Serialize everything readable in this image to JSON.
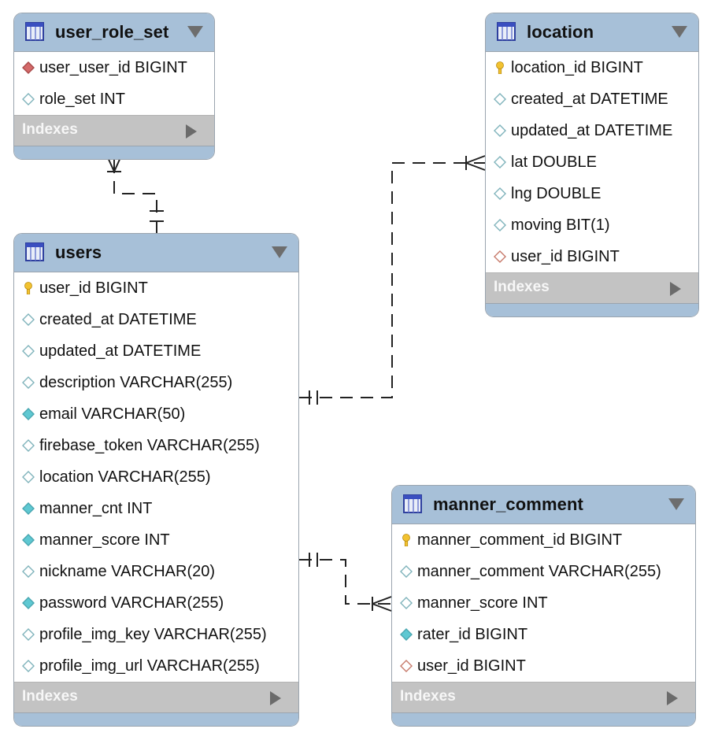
{
  "tables": {
    "user_role_set": {
      "title": "user_role_set",
      "columns": [
        {
          "text": "user_user_id BIGINT",
          "icon": "foreign-key-diamond-icon"
        },
        {
          "text": "role_set INT",
          "icon": "nullable-column-diamond-icon"
        }
      ],
      "indexes_label": "Indexes"
    },
    "location": {
      "title": "location",
      "columns": [
        {
          "text": "location_id BIGINT",
          "icon": "primary-key-icon"
        },
        {
          "text": "created_at DATETIME",
          "icon": "nullable-column-diamond-icon"
        },
        {
          "text": "updated_at DATETIME",
          "icon": "nullable-column-diamond-icon"
        },
        {
          "text": "lat DOUBLE",
          "icon": "nullable-column-diamond-icon"
        },
        {
          "text": "lng DOUBLE",
          "icon": "nullable-column-diamond-icon"
        },
        {
          "text": "moving BIT(1)",
          "icon": "nullable-column-diamond-icon"
        },
        {
          "text": "user_id BIGINT",
          "icon": "nullable-foreign-key-diamond-icon"
        }
      ],
      "indexes_label": "Indexes"
    },
    "users": {
      "title": "users",
      "columns": [
        {
          "text": "user_id BIGINT",
          "icon": "primary-key-icon"
        },
        {
          "text": "created_at DATETIME",
          "icon": "nullable-column-diamond-icon"
        },
        {
          "text": "updated_at DATETIME",
          "icon": "nullable-column-diamond-icon"
        },
        {
          "text": "description VARCHAR(255)",
          "icon": "nullable-column-diamond-icon"
        },
        {
          "text": "email VARCHAR(50)",
          "icon": "not-null-column-diamond-icon"
        },
        {
          "text": "firebase_token VARCHAR(255)",
          "icon": "nullable-column-diamond-icon"
        },
        {
          "text": "location VARCHAR(255)",
          "icon": "nullable-column-diamond-icon"
        },
        {
          "text": "manner_cnt INT",
          "icon": "not-null-column-diamond-icon"
        },
        {
          "text": "manner_score INT",
          "icon": "not-null-column-diamond-icon"
        },
        {
          "text": "nickname VARCHAR(20)",
          "icon": "nullable-column-diamond-icon"
        },
        {
          "text": "password VARCHAR(255)",
          "icon": "not-null-column-diamond-icon"
        },
        {
          "text": "profile_img_key VARCHAR(255)",
          "icon": "nullable-column-diamond-icon"
        },
        {
          "text": "profile_img_url VARCHAR(255)",
          "icon": "nullable-column-diamond-icon"
        }
      ],
      "indexes_label": "Indexes"
    },
    "manner_comment": {
      "title": "manner_comment",
      "columns": [
        {
          "text": "manner_comment_id BIGINT",
          "icon": "primary-key-icon"
        },
        {
          "text": "manner_comment VARCHAR(255)",
          "icon": "nullable-column-diamond-icon"
        },
        {
          "text": "manner_score INT",
          "icon": "nullable-column-diamond-icon"
        },
        {
          "text": "rater_id BIGINT",
          "icon": "not-null-column-diamond-icon"
        },
        {
          "text": "user_id BIGINT",
          "icon": "nullable-foreign-key-diamond-icon"
        }
      ],
      "indexes_label": "Indexes"
    }
  },
  "relationships": [
    {
      "from": "users",
      "to": "user_role_set",
      "from_end": "one-mandatory",
      "to_end": "many-mandatory"
    },
    {
      "from": "users",
      "to": "location",
      "from_end": "one-mandatory",
      "to_end": "many-mandatory"
    },
    {
      "from": "users",
      "to": "manner_comment",
      "from_end": "one-mandatory",
      "to_end": "many-mandatory"
    }
  ],
  "colors": {
    "header": "#a7c0d8",
    "border": "#9aa4ae",
    "indexes_bar": "#c3c3c3",
    "primary_key": "#f2c230",
    "foreign_key": "#d46a6a",
    "not_null": "#5fc8d2",
    "connector": "#222222"
  }
}
